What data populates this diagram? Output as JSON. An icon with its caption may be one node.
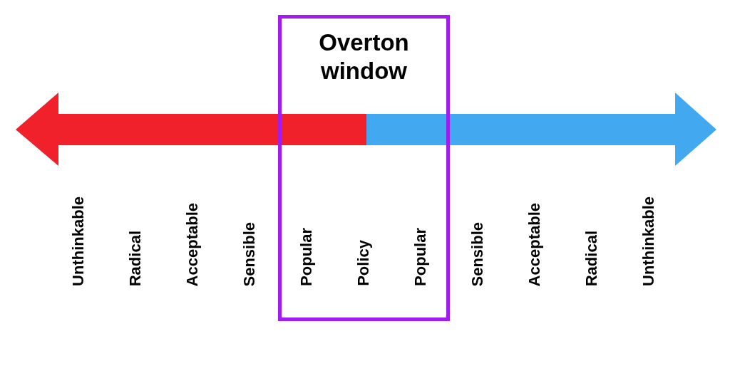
{
  "diagram": {
    "nodes": [
      {
        "text": [
          "Overton window"
        ]
      }
    ],
    "edges": [],
    "labels": [
      "Unthinkable",
      "Radical",
      "Acceptable",
      "Sensible",
      "Popular",
      "Policy",
      "Popular",
      "Sensible",
      "Acceptable",
      "Radical",
      "Unthinkable"
    ]
  }
}
